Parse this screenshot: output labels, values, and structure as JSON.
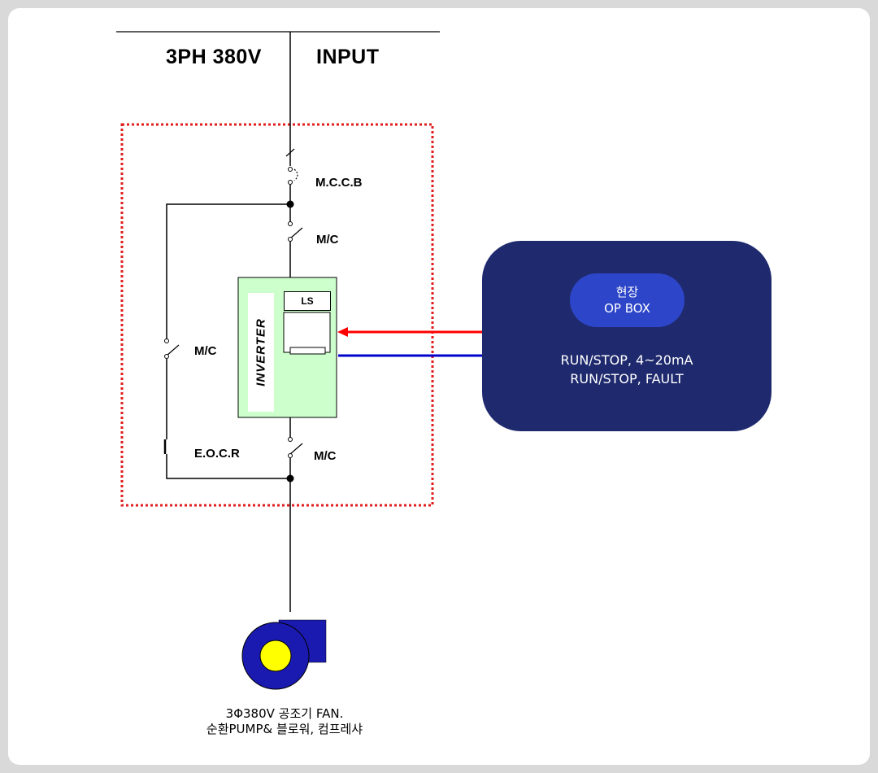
{
  "header": {
    "voltage": "3PH 380V",
    "input": "INPUT"
  },
  "labels": {
    "mccb": "M.C.C.B",
    "mc_top": "M/C",
    "mc_bypass": "M/C",
    "mc_bottom": "M/C",
    "eocr": "E.O.C.R"
  },
  "inverter": {
    "name": "INVERTER",
    "brand": "LS"
  },
  "op_box": {
    "title_line1": "현장",
    "title_line2": "OP BOX",
    "signal_line1": "RUN/STOP, 4~20mA",
    "signal_line2": "RUN/STOP, FAULT"
  },
  "load": {
    "line1": "3Φ380V 공조기 FAN.",
    "line2": "순환PUMP& 블로워, 컴프레샤"
  },
  "colors": {
    "panel_border": "#e01e1e",
    "inverter_fill": "#ccffcc",
    "opbox_fill": "#1f2a6e",
    "pill_fill": "#2d45c8",
    "arrow_in": "#ff0000",
    "arrow_out": "#0000cc",
    "motor_body": "#1a1ab0",
    "motor_core": "#ffff00"
  }
}
